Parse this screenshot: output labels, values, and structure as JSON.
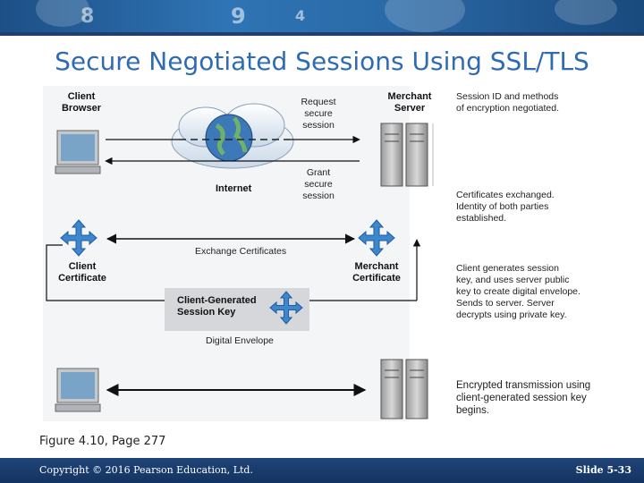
{
  "title": "Secure Negotiated Sessions Using SSL/TLS",
  "diagram": {
    "client_browser": "Client\nBrowser",
    "merchant_server": "Merchant\nServer",
    "internet": "Internet",
    "request": "Request\nsecure\nsession",
    "grant": "Grant\nsecure\nsession",
    "exchange_certificates": "Exchange Certificates",
    "client_certificate": "Client\nCertificate",
    "merchant_certificate": "Merchant\nCertificate",
    "session_key": "Client-Generated\nSession Key",
    "digital_envelope": "Digital Envelope",
    "note1": "Session ID and methods\nof encryption negotiated.",
    "note2": "Certificates exchanged.\nIdentity of both parties\nestablished.",
    "note3": "Client generates session\nkey, and uses server public\nkey to create digital envelope.\nSends to server.  Server\ndecrypts using private key.",
    "note4": "Encrypted transmission using\nclient-generated session key\nbegins."
  },
  "caption": "Figure 4.10, Page 277",
  "footer": {
    "copyright": "Copyright © 2016 Pearson Education, Ltd.",
    "slide": "Slide 5-33"
  },
  "colors": {
    "title": "#2e6bb3",
    "banner": "#2f74b5",
    "footer": "#1a3c6e",
    "arrow_cross": "#3d87d1"
  }
}
